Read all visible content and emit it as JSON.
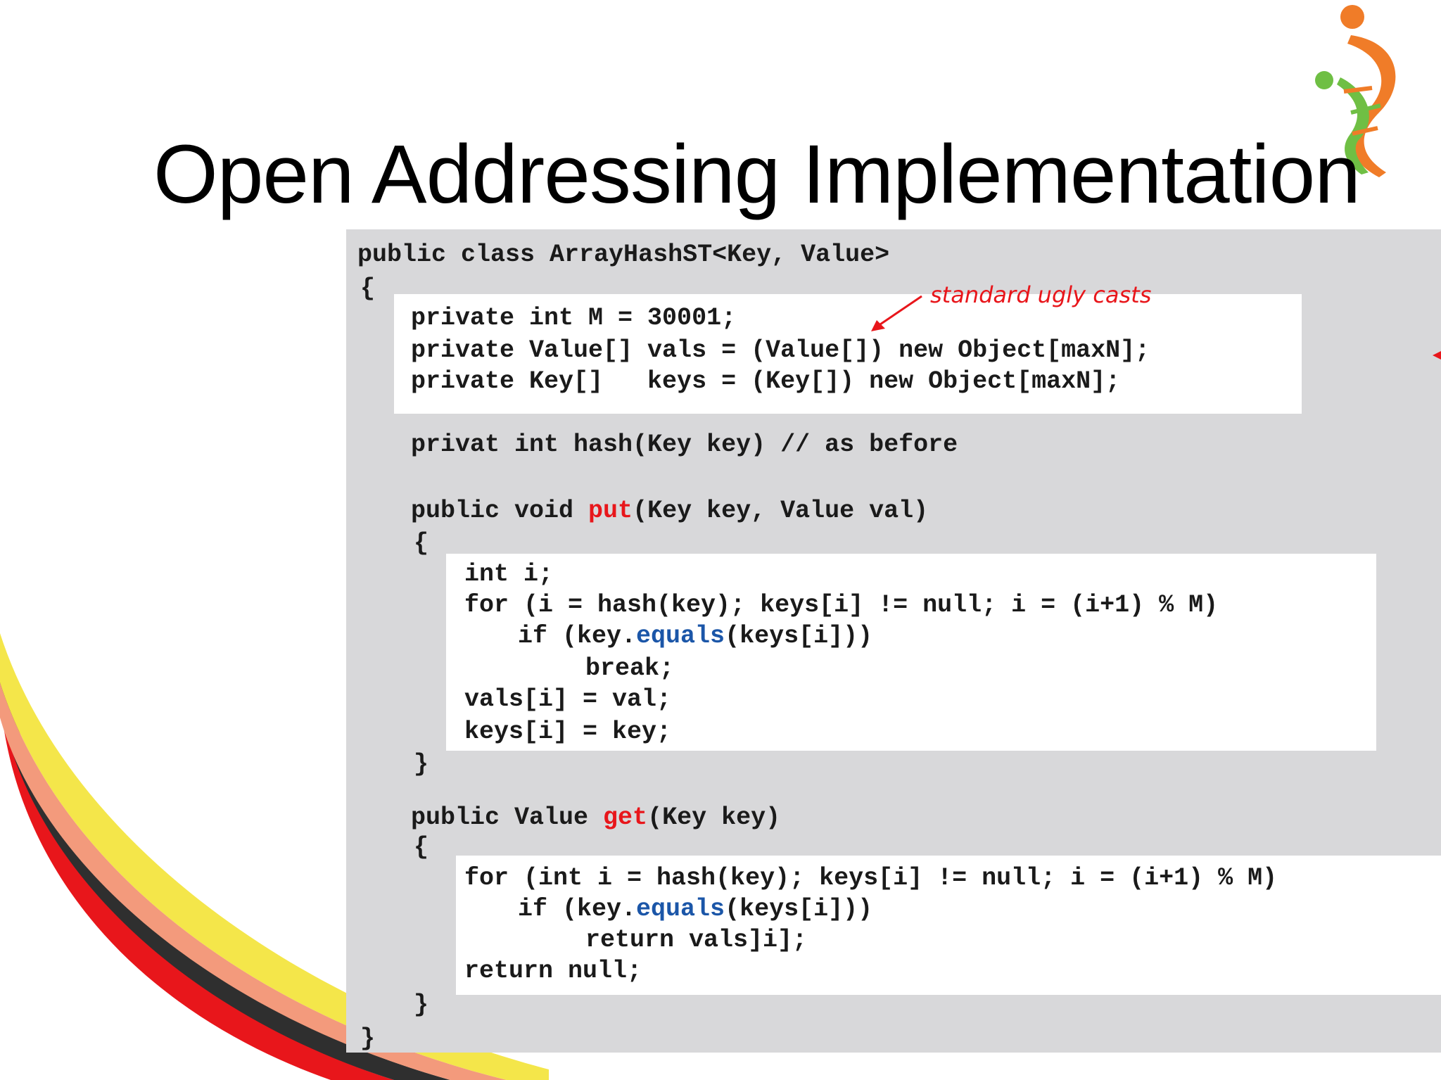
{
  "slide": {
    "title": "Open Addressing Implementation",
    "annotation": "standard ugly casts",
    "colors": {
      "panel": "#d8d8da",
      "code_text": "#1a1a1a",
      "highlight_red": "#e8161b",
      "highlight_blue": "#1b56a8",
      "logo_orange": "#f07c28",
      "logo_green": "#6fbf44"
    }
  },
  "code": {
    "l1": "public class ArrayHashST<Key, Value>",
    "l2": "{",
    "l3": "private int M = 30001;",
    "l4": "private Value[] vals = (Value[]) new Object[maxN];",
    "l5": "private Key[]   keys = (Key[]) new Object[maxN];",
    "l6": "privat int hash(Key key) // as before",
    "l7a": "public void ",
    "l7b": "put",
    "l7c": "(Key key, Value val)",
    "l8": "{",
    "l9": "int i;",
    "l10": "for (i = hash(key); keys[i] != null; i = (i+1) % M)",
    "l11a": "if (key.",
    "l11b": "equals",
    "l11c": "(keys[i]))",
    "l12": "break;",
    "l13": "vals[i] = val;",
    "l14": "keys[i] = key;",
    "l15": "}",
    "l16a": "public Value ",
    "l16b": "get",
    "l16c": "(Key key)",
    "l17": "{",
    "l18": "for (int i = hash(key); keys[i] != null; i = (i+1) % M)",
    "l19a": "if (key.",
    "l19b": "equals",
    "l19c": "(keys[i]))",
    "l20": "return vals]i];",
    "l21": "return null;",
    "l22": "}",
    "l23": "}"
  }
}
